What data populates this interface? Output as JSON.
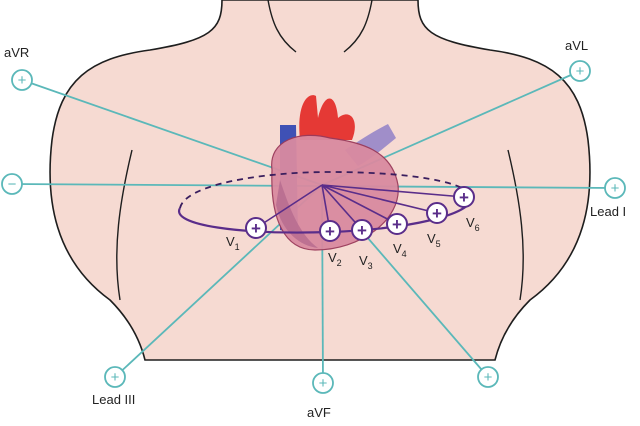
{
  "colors": {
    "skin": "#f6dad2",
    "outline": "#1e1e1e",
    "lead_line": "#5bb8b9",
    "chest_loop": "#5a2d8a",
    "heart_red": "#e53935",
    "heart_blue": "#3f51b5",
    "heart_purple": "#a08ec9"
  },
  "limb_leads": {
    "avr": {
      "label": "aVR",
      "sign": "+"
    },
    "avl": {
      "label": "aVL",
      "sign": "+"
    },
    "lead_i_pos": {
      "label": "Lead I",
      "sign": "+"
    },
    "lead_i_neg": {
      "sign": "−"
    },
    "lead_iii": {
      "label": "Lead III",
      "sign": "+"
    },
    "avf": {
      "label": "aVF",
      "sign": "+"
    },
    "lead_ii": {
      "sign": "+"
    }
  },
  "chest_leads": [
    {
      "label": "V",
      "sub": "1",
      "sign": "+"
    },
    {
      "label": "V",
      "sub": "2",
      "sign": "+"
    },
    {
      "label": "V",
      "sub": "3",
      "sign": "+"
    },
    {
      "label": "V",
      "sub": "4",
      "sign": "+"
    },
    {
      "label": "V",
      "sub": "5",
      "sign": "+"
    },
    {
      "label": "V",
      "sub": "6",
      "sign": "+"
    }
  ]
}
